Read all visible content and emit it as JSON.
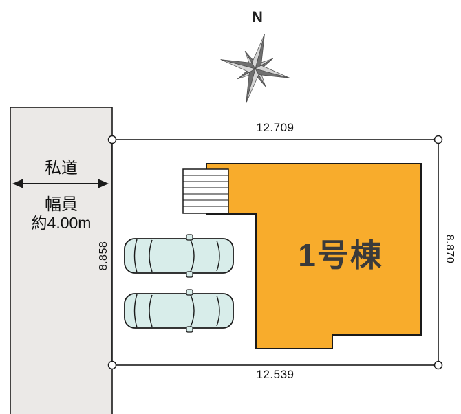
{
  "compass": {
    "north_label": "N"
  },
  "road": {
    "name": "私道",
    "width_line1": "幅員",
    "width_line2": "約4.00m"
  },
  "plot": {
    "dim_top": "12.709",
    "dim_bottom": "12.539",
    "dim_left": "8.858",
    "dim_right": "8.870"
  },
  "building": {
    "label": "1号棟"
  },
  "colors": {
    "building_fill": "#F8AC2C",
    "car_fill": "#D8EDEA",
    "road_fill": "#EBE9E7"
  }
}
